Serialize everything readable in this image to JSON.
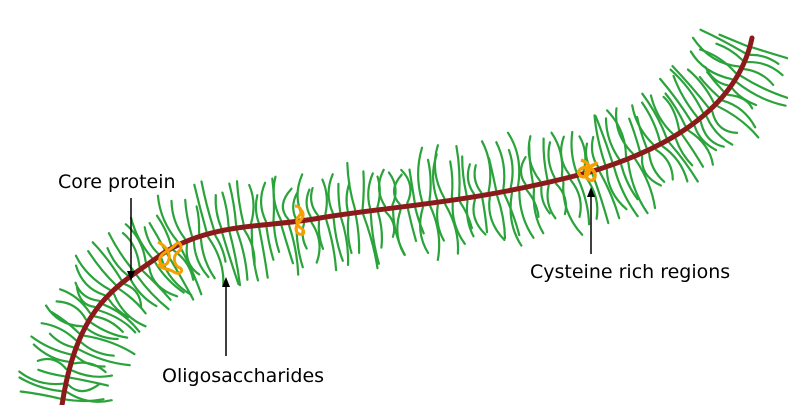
{
  "labels": {
    "core_protein": "Core protein",
    "oligosaccharides": "Oligosaccharides",
    "cysteine_rich_regions": "Cysteine rich regions"
  },
  "colors": {
    "core_protein": "#8b1a1a",
    "oligosaccharides": "#2aa33a",
    "cysteine_rich_regions": "#f5a000",
    "arrows": "#000000"
  }
}
